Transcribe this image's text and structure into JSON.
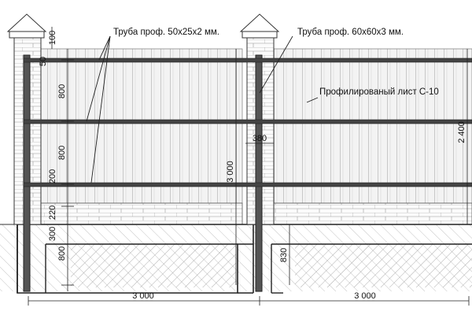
{
  "callouts": {
    "pipe_small": "Труба проф. 50x25x2 мм.",
    "pipe_large": "Труба проф. 60x60x3 мм.",
    "sheet": "Профилированый лист С-10"
  },
  "dimensions": {
    "vertical": [
      "100",
      "50",
      "800",
      "800",
      "200",
      "220",
      "300",
      "800",
      "3 000",
      "830",
      "2 400"
    ],
    "horizontal": [
      "380",
      "3 000",
      "3 000"
    ]
  },
  "colors": {
    "line": "#222222",
    "sheet_fill": "#f2f2f2",
    "ground_hatch": "#9a9a9a"
  }
}
